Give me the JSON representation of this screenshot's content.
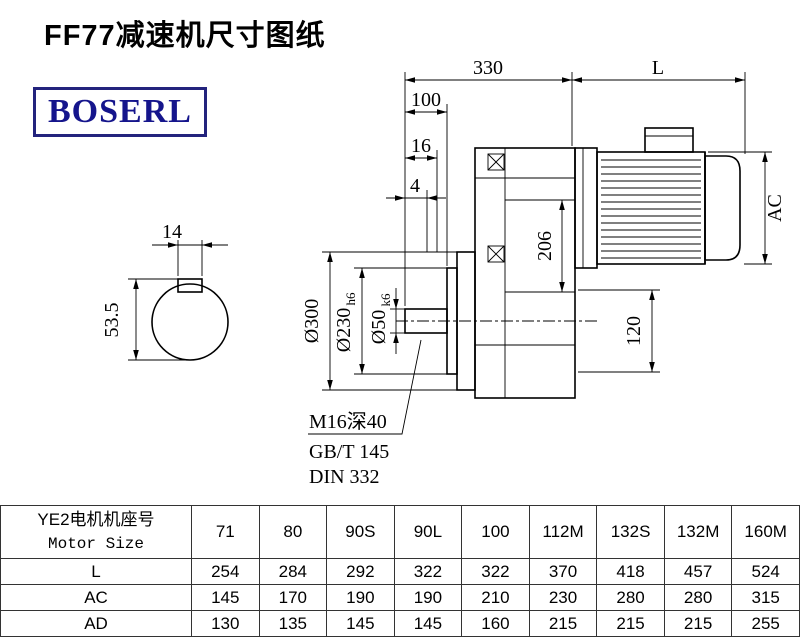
{
  "title": "FF77减速机尺寸图纸",
  "logo": {
    "text": "BOSERL"
  },
  "drawing": {
    "dim_330": "330",
    "dim_L": "L",
    "dim_100": "100",
    "dim_16": "16",
    "dim_4": "4",
    "dim_AC": "AC",
    "dim_300": "Ø300",
    "dim_230": "Ø230",
    "dim_230_tol": "h6",
    "dim_50": "Ø50",
    "dim_50_tol": "k6",
    "dim_206": "206",
    "dim_120": "120",
    "dim_14": "14",
    "dim_53_5": "53.5",
    "note_tap": "M16深40",
    "note_gb": "GB/T 145",
    "note_din": "DIN 332"
  },
  "table": {
    "header_label_cn": "YE2电机机座号",
    "header_label_en": "Motor Size",
    "motor_sizes": [
      "71",
      "80",
      "90S",
      "90L",
      "100",
      "112M",
      "132S",
      "132M",
      "160M"
    ],
    "rows": [
      {
        "label": "L",
        "values": [
          "254",
          "284",
          "292",
          "322",
          "322",
          "370",
          "418",
          "457",
          "524"
        ]
      },
      {
        "label": "AC",
        "values": [
          "145",
          "170",
          "190",
          "190",
          "210",
          "230",
          "280",
          "280",
          "315"
        ]
      },
      {
        "label": "AD",
        "values": [
          "130",
          "135",
          "145",
          "145",
          "160",
          "215",
          "215",
          "215",
          "255"
        ]
      }
    ]
  }
}
